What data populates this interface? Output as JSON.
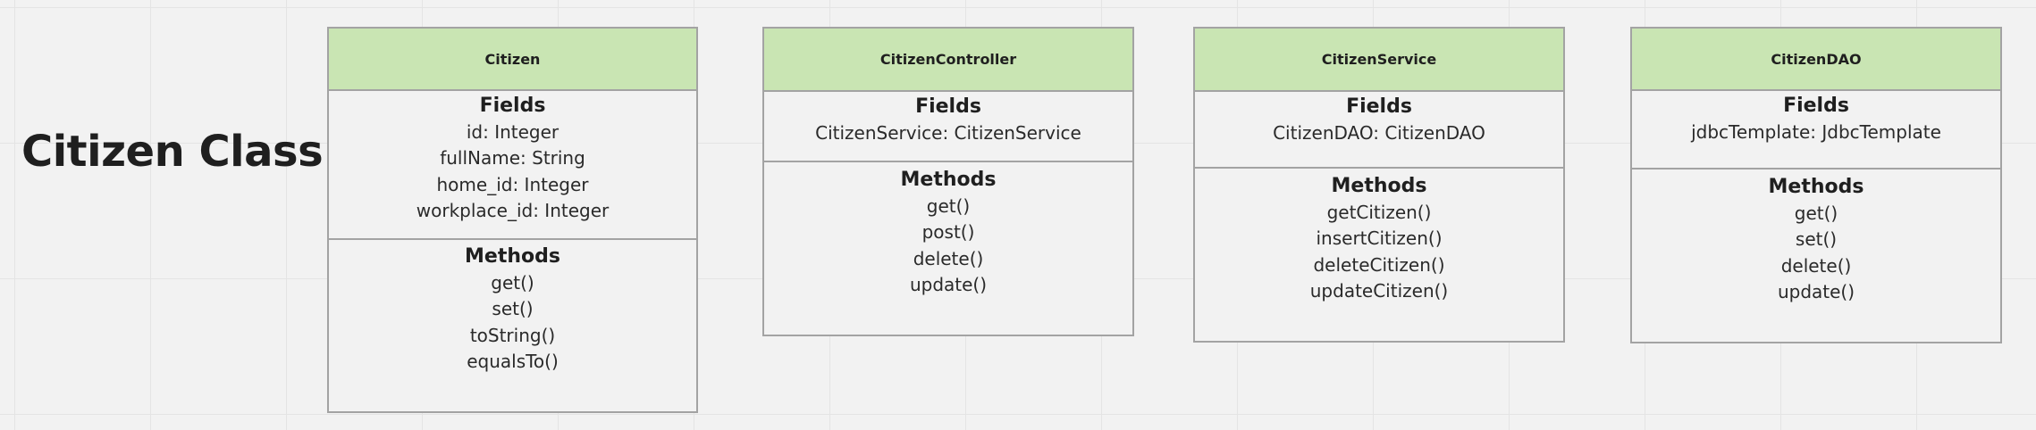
{
  "title": "Citizen Class",
  "classes": [
    {
      "name": "Citizen",
      "fields_heading": "Fields",
      "fields": [
        "id: Integer",
        "fullName: String",
        "home_id: Integer",
        "workplace_id: Integer"
      ],
      "methods_heading": "Methods",
      "methods": [
        "get()",
        "set()",
        "toString()",
        "equalsTo()"
      ]
    },
    {
      "name": "CitizenController",
      "fields_heading": "Fields",
      "fields": [
        "CitizenService: CitizenService"
      ],
      "methods_heading": "Methods",
      "methods": [
        "get()",
        "post()",
        "delete()",
        "update()"
      ]
    },
    {
      "name": "CitizenService",
      "fields_heading": "Fields",
      "fields": [
        "CitizenDAO: CitizenDAO"
      ],
      "methods_heading": "Methods",
      "methods": [
        "getCitizen()",
        "insertCitizen()",
        "deleteCitizen()",
        "updateCitizen()"
      ]
    },
    {
      "name": "CitizenDAO",
      "fields_heading": "Fields",
      "fields": [
        "jdbcTemplate: JdbcTemplate"
      ],
      "methods_heading": "Methods",
      "methods": [
        "get()",
        "set()",
        "delete()",
        "update()"
      ]
    }
  ],
  "colors": {
    "header_fill": "#c9e5b3",
    "border": "#a3a3a3",
    "canvas": "#f2f2f2"
  }
}
